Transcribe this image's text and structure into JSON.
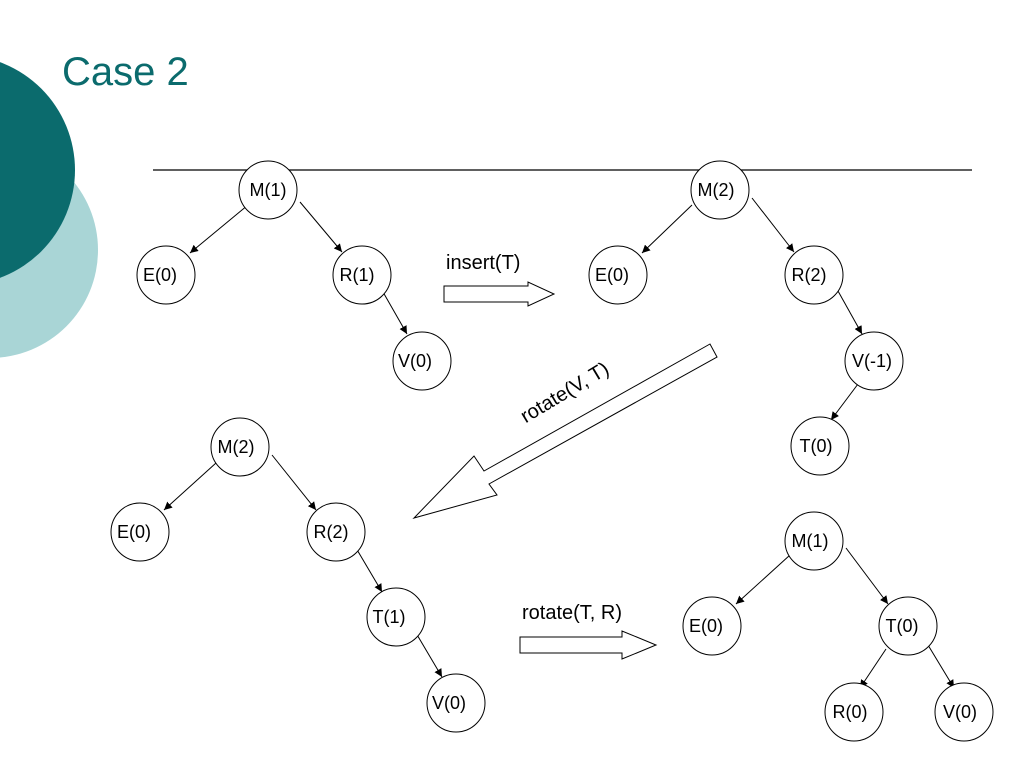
{
  "slide": {
    "title": "Case 2"
  },
  "colors": {
    "title": "#0b6b6d",
    "decor_dark": "#0b6b6d",
    "decor_light": "#a9d5d6",
    "stroke": "#000000"
  },
  "operations": {
    "insert": "insert(T)",
    "rotate_first": "rotate(V, T)",
    "rotate_second": "rotate(T, R)"
  },
  "trees": {
    "tree1": {
      "root": "M(1)",
      "left": "E(0)",
      "right": "R(1)",
      "right_right": "V(0)"
    },
    "tree2": {
      "root": "M(2)",
      "left": "E(0)",
      "right": "R(2)",
      "right_right": "V(-1)",
      "right_right_left": "T(0)"
    },
    "tree3": {
      "root": "M(2)",
      "left": "E(0)",
      "right": "R(2)",
      "right_right": "T(1)",
      "right_right_right": "V(0)"
    },
    "tree4": {
      "root": "M(1)",
      "left": "E(0)",
      "right": "T(0)",
      "right_left": "R(0)",
      "right_right": "V(0)"
    }
  }
}
